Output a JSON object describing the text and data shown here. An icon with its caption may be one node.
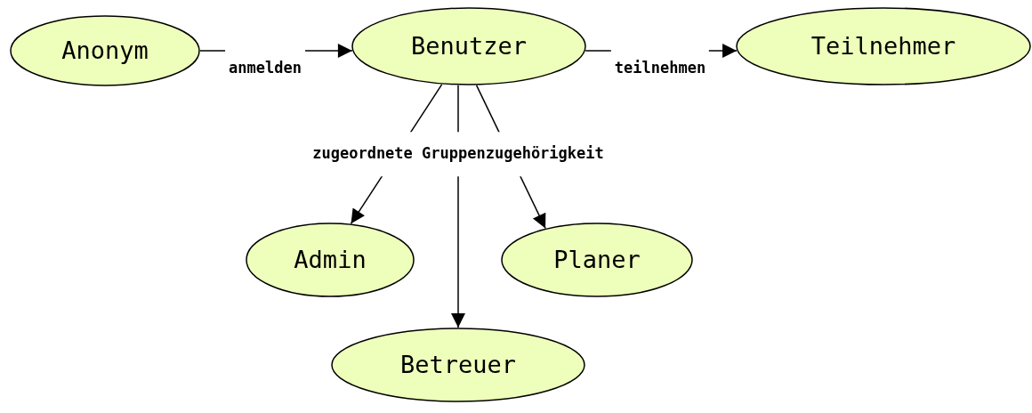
{
  "diagram": {
    "nodes": [
      {
        "text": [
          "Anonym"
        ]
      },
      {
        "text": [
          "Benutzer"
        ]
      },
      {
        "text": [
          "Teilnehmer"
        ]
      },
      {
        "text": [
          "Admin"
        ]
      },
      {
        "text": [
          "Betreuer"
        ]
      },
      {
        "text": [
          "Planer"
        ]
      }
    ],
    "edges": [
      {
        "from": 0,
        "to": 1,
        "arrow": "to",
        "label": "anmelden"
      },
      {
        "from": 1,
        "to": 2,
        "arrow": "to",
        "label": "teilnehmen"
      },
      {
        "from": 1,
        "to": 3,
        "arrow": "to"
      },
      {
        "from": 1,
        "to": 4,
        "arrow": "to",
        "label": "zugeordnete Gruppenzugehörigkeit"
      },
      {
        "from": 1,
        "to": 5,
        "arrow": "to"
      }
    ]
  }
}
